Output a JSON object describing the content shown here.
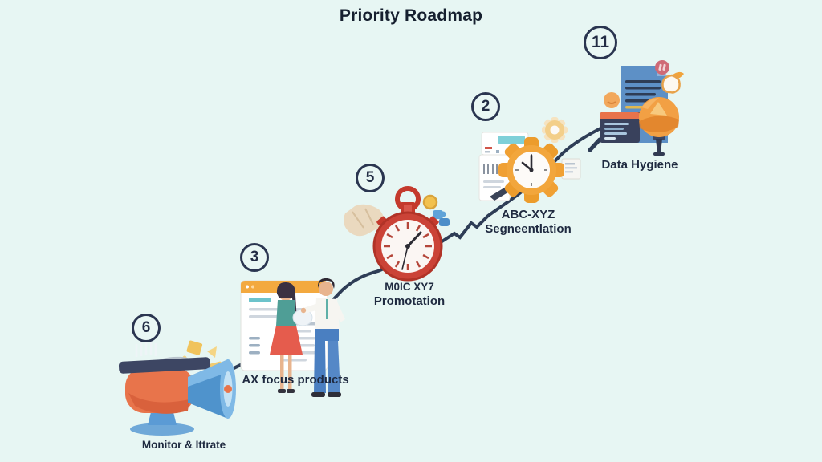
{
  "title": "Priority Roadmap",
  "canvas": {
    "background_color": "#e7f6f3",
    "path_color": "#2e3d56",
    "text_color": "#1f2a40",
    "badge_border_color": "#2a3550"
  },
  "steps": [
    {
      "number": "6",
      "line1": "Monitor & Ittrate",
      "line2": "",
      "icon": "megaphone-icon"
    },
    {
      "number": "3",
      "line1": "AX focus products",
      "line2": "",
      "icon": "browser-people-icon"
    },
    {
      "number": "5",
      "line1": "M0IC XY7",
      "line2": "Promotation",
      "icon": "stopwatch-icon"
    },
    {
      "number": "2",
      "line1": "ABC-XYZ",
      "line2": "Segneentlation",
      "icon": "gear-clock-icon"
    },
    {
      "number": "11",
      "line1": "Data Hygiene",
      "line2": "",
      "icon": "documents-globe-icon"
    }
  ]
}
